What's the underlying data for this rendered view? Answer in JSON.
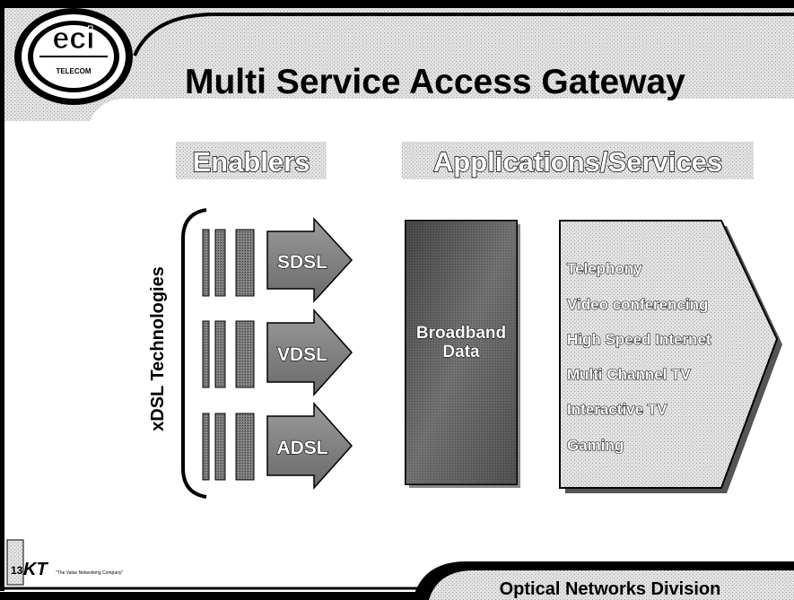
{
  "header": {
    "logo_text": "eci",
    "logo_subtext": "TELECOM",
    "title": "Multi Service Access Gateway"
  },
  "columns": {
    "enablers": "Enablers",
    "applications": "Applications/Services"
  },
  "xdsl": {
    "side_label": "xDSL Technologies",
    "items": [
      "SDSL",
      "VDSL",
      "ADSL"
    ]
  },
  "broadband": {
    "line1": "Broadband",
    "line2": "Data"
  },
  "services": [
    "Telephony",
    "Video conferencing",
    "High Speed Internet",
    "Multi Channel TV",
    "Interactive TV",
    "Gaming"
  ],
  "footer": {
    "page_number": "13",
    "kt_logo": "KT",
    "tagline": "\"The Value Networking Company\"",
    "division": "Optical Networks Division"
  }
}
